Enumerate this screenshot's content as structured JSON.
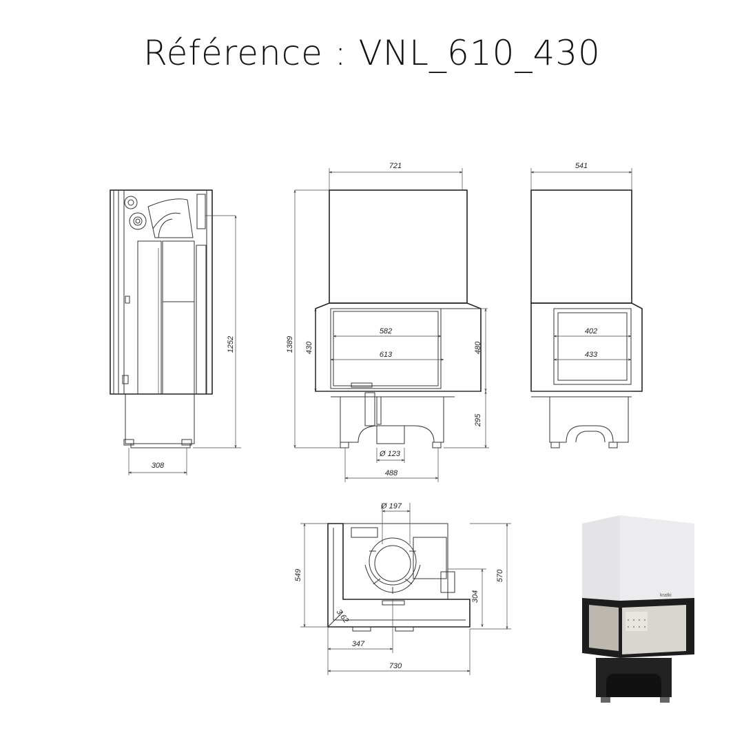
{
  "title": "Référence : VNL_610_430",
  "side_view": {
    "width": "308",
    "height": "1252"
  },
  "front_view": {
    "top_width": "721",
    "height": "1389",
    "opening_height": "430",
    "glass_height": "480",
    "inner_width_1": "582",
    "inner_width_2": "613",
    "base_height": "295",
    "flue_diameter": "Ø 123",
    "base_width": "488"
  },
  "right_view": {
    "top_width": "541",
    "inner_width_1": "402",
    "inner_width_2": "433"
  },
  "top_view": {
    "flue_diameter": "Ø 197",
    "depth_left": "549",
    "depth_right": "570",
    "offset": "304",
    "angle": "3,62",
    "offset_x": "347",
    "total_width": "730"
  },
  "photo": {
    "brand": "kratki",
    "colors": {
      "hood": "#e9e9ea",
      "frame": "#1d1d1d",
      "glass": "#d9d6cf"
    }
  }
}
